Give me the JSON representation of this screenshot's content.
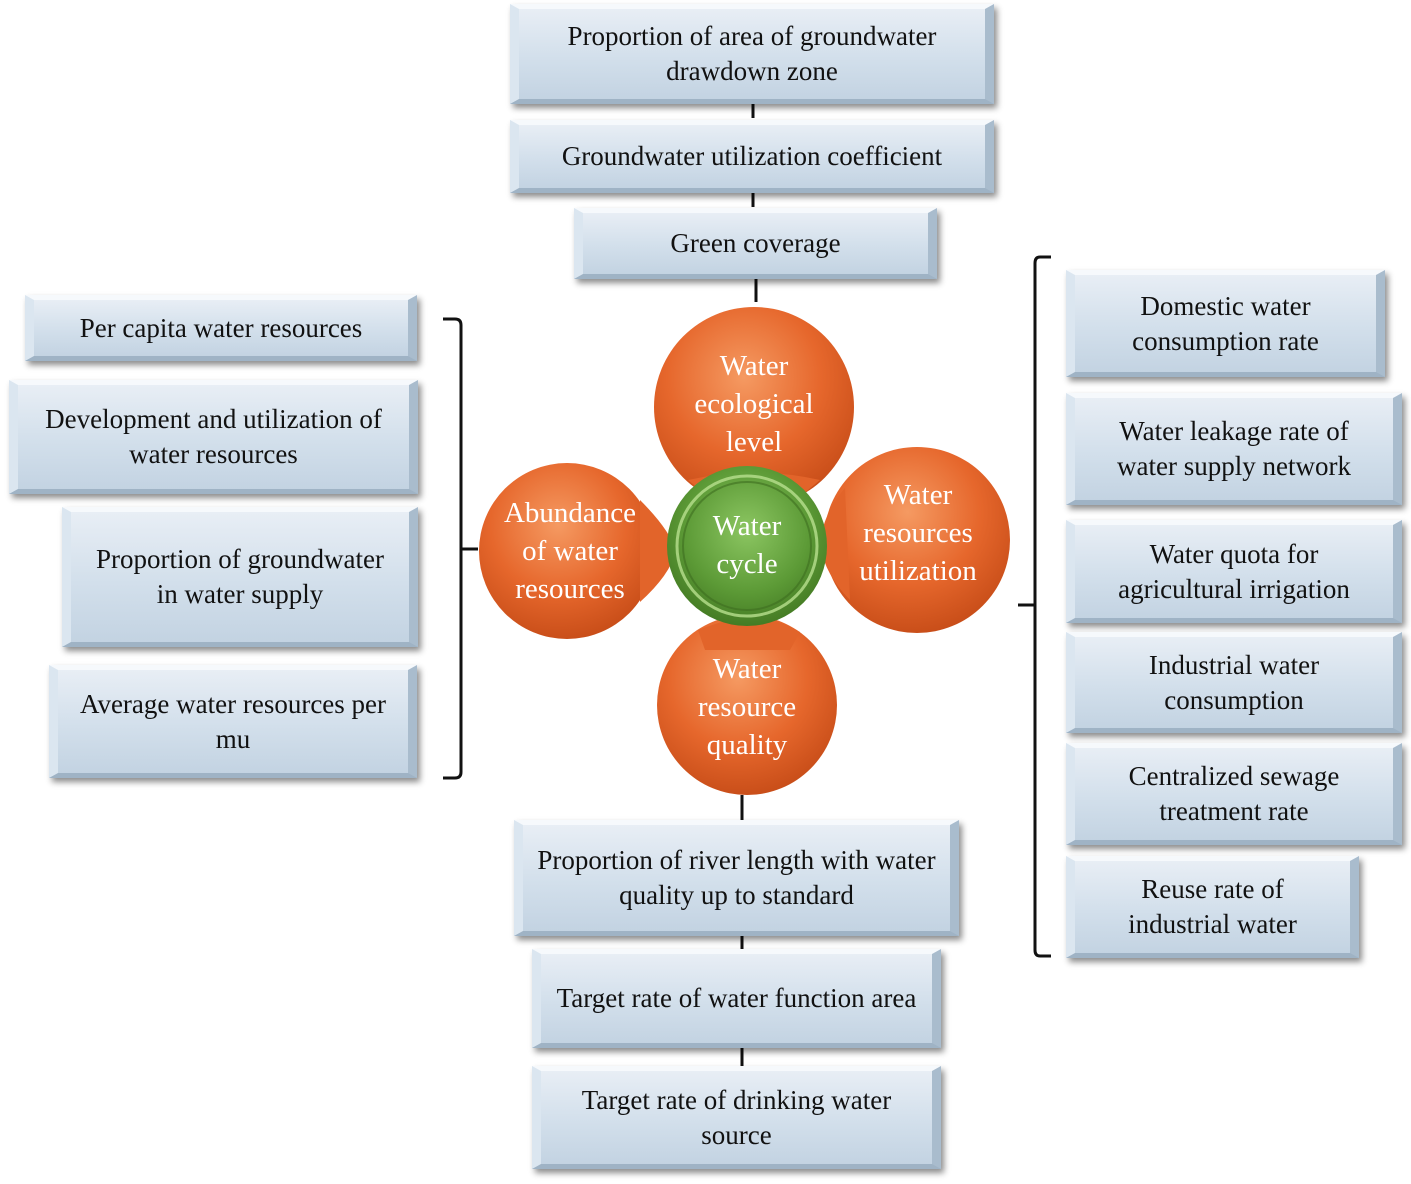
{
  "top_boxes": [
    "Proportion of area of groundwater drawdown zone",
    "Groundwater utilization coefficient",
    "Green coverage"
  ],
  "left_boxes": [
    "Per capita water resources",
    "Development and utilization of water resources",
    "Proportion of groundwater in water supply",
    "Average water resources per mu"
  ],
  "right_boxes": [
    "Domestic water consumption rate",
    "Water leakage rate of water supply network",
    "Water quota for agricultural irrigation",
    "Industrial water consumption",
    "Centralized sewage treatment rate",
    "Reuse rate of industrial water"
  ],
  "bottom_boxes": [
    "Proportion of river length with water quality up to standard",
    "Target rate of water function area",
    "Target rate of drinking water source"
  ],
  "center": {
    "hub": "Water cycle",
    "petal_top": "Water ecological level",
    "petal_left": "Abundance of water resources",
    "petal_right": "Water resources utilization",
    "petal_bottom": "Water resource quality"
  },
  "colors": {
    "petal": "#e2642a",
    "hub": "#5c9a36",
    "box": "#d2dfeb",
    "connector": "#111111"
  }
}
